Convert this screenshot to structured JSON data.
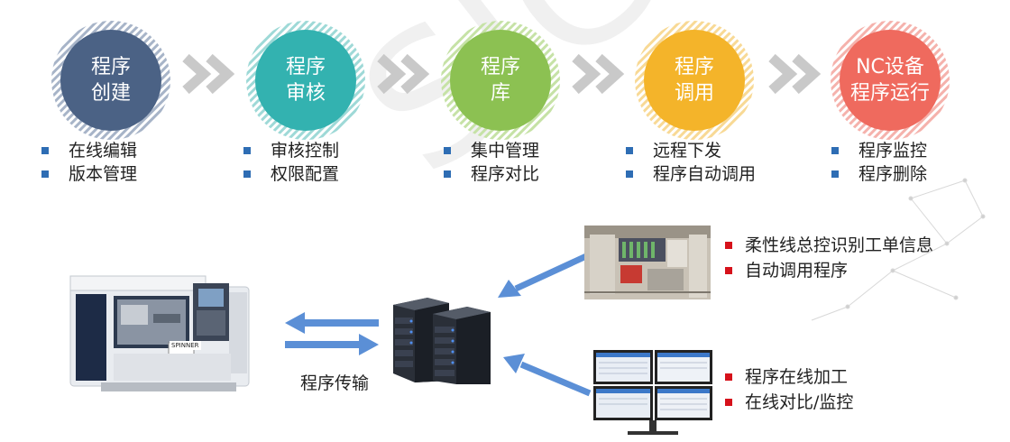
{
  "stages": [
    {
      "id": "create",
      "line1": "程序",
      "line2": "创建",
      "color": "#4b6285",
      "hatch": "#a7b4c8",
      "items": [
        "在线编辑",
        "版本管理"
      ]
    },
    {
      "id": "review",
      "line1": "程序",
      "line2": "审核",
      "color": "#33b2b0",
      "hatch": "#9ed9d7",
      "items": [
        "审核控制",
        "权限配置"
      ]
    },
    {
      "id": "library",
      "line1": "程序",
      "line2": "库",
      "color": "#8cc152",
      "hatch": "#c6e2a6",
      "items": [
        "集中管理",
        "程序对比"
      ]
    },
    {
      "id": "invoke",
      "line1": "程序",
      "line2": "调用",
      "color": "#f4b42a",
      "hatch": "#f8d995",
      "items": [
        "远程下发",
        "程序自动调用"
      ]
    },
    {
      "id": "nc-run",
      "line1": "NC设备",
      "line2": "程序运行",
      "color": "#ef6a5e",
      "hatch": "#f5b2ac",
      "items": [
        "程序监控",
        "程序删除"
      ]
    }
  ],
  "watermark": "SIGER",
  "transfer_label": "程序传输",
  "top_right_list": [
    "柔性线总控识别工单信息",
    "自动调用程序"
  ],
  "bottom_right_list": [
    "程序在线加工",
    "在线对比/监控"
  ],
  "machine_brand": "SPINNER",
  "colors": {
    "bullet_blue": "#2e6db4",
    "bullet_red": "#d6121b",
    "arrow_blue": "#5b8fd6",
    "chevron_gray": "#c9c9c9"
  }
}
